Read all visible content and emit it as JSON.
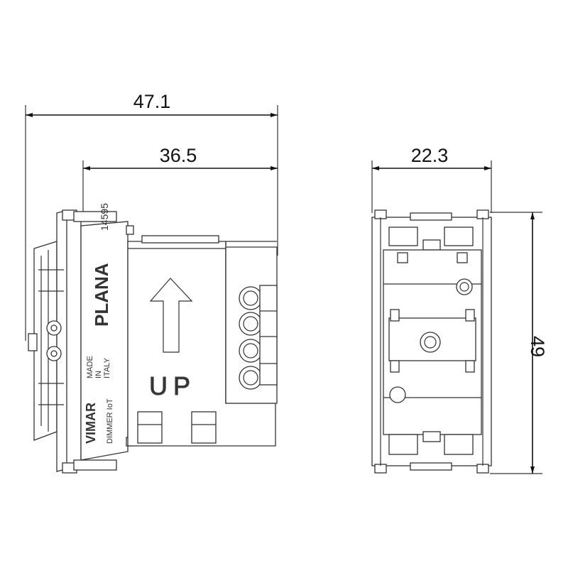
{
  "dimensions": {
    "overall_depth": "47.1",
    "body_depth": "36.5",
    "width": "22.3",
    "height": "49"
  },
  "device_labels": {
    "brand": "VIMAR",
    "series": "PLANA",
    "product": "DIMMER IoT",
    "code": "14595",
    "origin_line1": "MADE",
    "origin_line2": "IN",
    "origin_line3": "ITALY",
    "orientation": "UP"
  },
  "colors": {
    "ink": "#111111",
    "outline": "#333333",
    "background": "#ffffff"
  }
}
